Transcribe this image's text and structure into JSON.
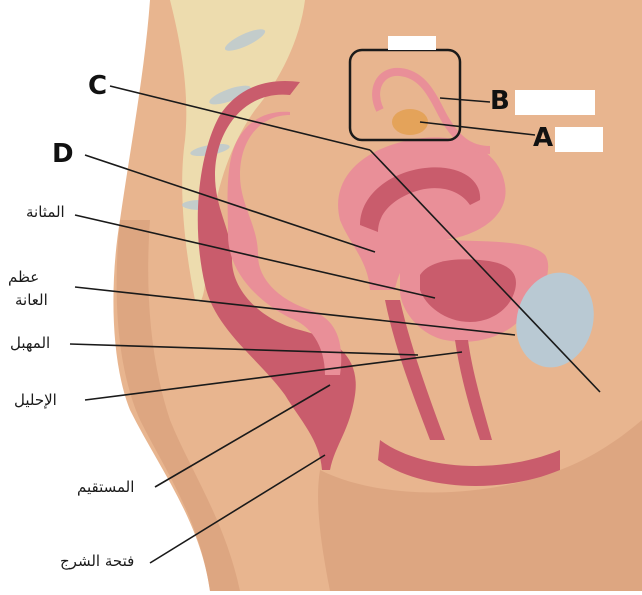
{
  "letters": {
    "a": "A",
    "b": "B",
    "c": "C",
    "d": "D"
  },
  "labels": {
    "bladder": "المثانة",
    "pubic_bone_line1": "عظم",
    "pubic_bone_line2": "العانة",
    "vagina": "المهبل",
    "urethra": "الإحليل",
    "rectum": "المستقيم",
    "anus": "فتحة الشرج"
  },
  "colors": {
    "skin": "#e8b58f",
    "skin_dark": "#c98d67",
    "spine": "#eddcae",
    "uterus": "#e98f98",
    "inner": "#c95c6c",
    "bone": "#b9c9d3",
    "line": "#1a1a1a"
  }
}
